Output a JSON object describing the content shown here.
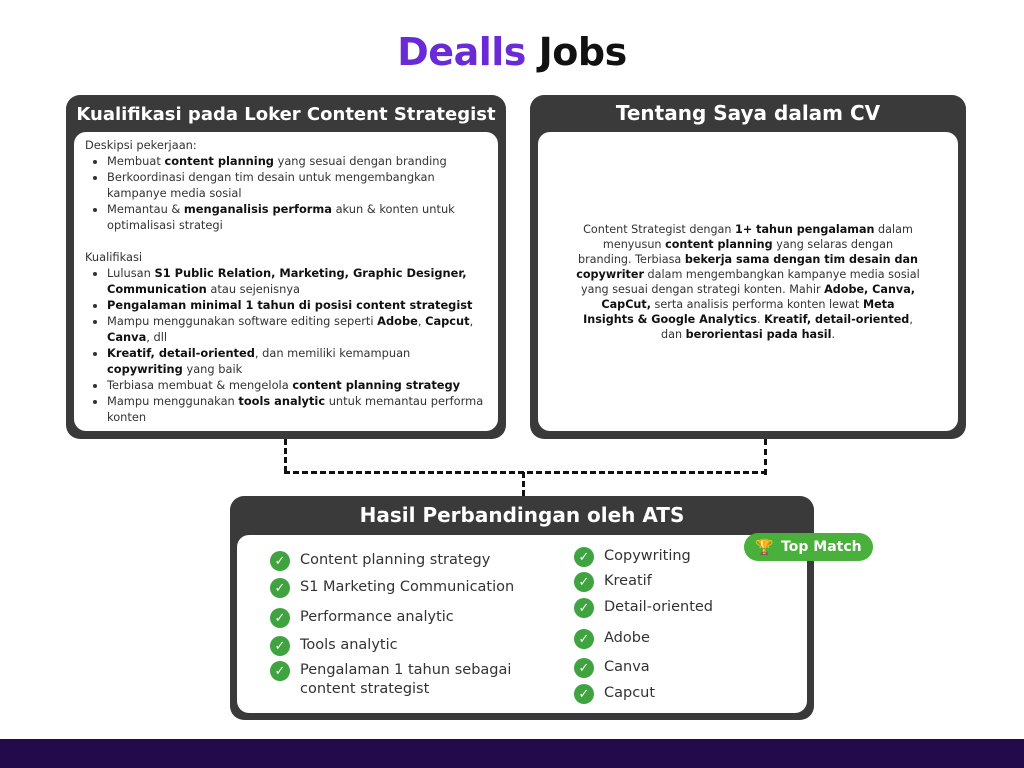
{
  "header": {
    "brand": "Dealls",
    "title_rest": "Jobs"
  },
  "left_card": {
    "title": "Kualifikasi pada Loker Content Strategist",
    "desc_heading": "Deskipsi pekerjaan:",
    "desc_items": [
      [
        {
          "t": "Membuat "
        },
        {
          "t": "content planning",
          "b": true
        },
        {
          "t": " yang sesuai dengan branding"
        }
      ],
      [
        {
          "t": "Berkoordinasi dengan tim desain untuk mengembangkan kampanye media sosial"
        }
      ],
      [
        {
          "t": "Memantau & "
        },
        {
          "t": "menganalisis performa",
          "b": true
        },
        {
          "t": " akun & konten untuk optimalisasi strategi"
        }
      ]
    ],
    "qual_heading": "Kualifikasi",
    "qual_items": [
      [
        {
          "t": "Lulusan "
        },
        {
          "t": "S1 Public Relation, Marketing, Graphic Designer, Communication",
          "b": true
        },
        {
          "t": " atau sejenisnya"
        }
      ],
      [
        {
          "t": "Pengalaman minimal 1 tahun di posisi content strategist",
          "b": true
        }
      ],
      [
        {
          "t": "Mampu menggunakan software editing seperti "
        },
        {
          "t": "Adobe",
          "b": true
        },
        {
          "t": ", "
        },
        {
          "t": "Capcut",
          "b": true
        },
        {
          "t": ", "
        },
        {
          "t": "Canva",
          "b": true
        },
        {
          "t": ", dll"
        }
      ],
      [
        {
          "t": "Kreatif, detail-oriented",
          "b": true
        },
        {
          "t": ", dan memiliki kemampuan "
        },
        {
          "t": "copywriting",
          "b": true
        },
        {
          "t": " yang baik"
        }
      ],
      [
        {
          "t": "Terbiasa membuat & mengelola "
        },
        {
          "t": "content planning strategy",
          "b": true
        }
      ],
      [
        {
          "t": "Mampu menggunakan "
        },
        {
          "t": "tools analytic",
          "b": true
        },
        {
          "t": " untuk memantau performa konten"
        }
      ]
    ]
  },
  "right_card": {
    "title": "Tentang Saya dalam CV",
    "paragraph": [
      {
        "t": "Content Strategist dengan "
      },
      {
        "t": "1+ tahun pengalaman",
        "b": true
      },
      {
        "t": " dalam menyusun "
      },
      {
        "t": "content planning",
        "b": true
      },
      {
        "t": " yang selaras dengan branding. Terbiasa "
      },
      {
        "t": "bekerja sama dengan tim desain dan copywriter",
        "b": true
      },
      {
        "t": " dalam mengembangkan kampanye media sosial yang sesuai dengan strategi konten. Mahir "
      },
      {
        "t": "Adobe, Canva, CapCut,",
        "b": true
      },
      {
        "t": " serta analisis performa konten lewat "
      },
      {
        "t": "Meta Insights & Google Analytics",
        "b": true
      },
      {
        "t": ". "
      },
      {
        "t": "Kreatif, detail-oriented",
        "b": true
      },
      {
        "t": ", dan "
      },
      {
        "t": "berorientasi pada hasil",
        "b": true
      },
      {
        "t": "."
      }
    ]
  },
  "bottom_card": {
    "title": "Hasil Perbandingan oleh ATS",
    "badge": "Top Match",
    "left_items": [
      "Content planning strategy",
      "S1 Marketing Communication",
      "Performance analytic",
      "Tools analytic",
      "Pengalaman 1 tahun sebagai content strategist"
    ],
    "right_items": [
      "Copywriting",
      "Kreatif",
      "Detail-oriented",
      "Adobe",
      "Canva",
      "Capcut"
    ]
  },
  "icons": {
    "check": "check-circle-icon",
    "trophy": "trophy-icon"
  },
  "colors": {
    "brand": "#6a2bd6",
    "card": "#3a3a3a",
    "check": "#3fa33f",
    "badge": "#49b03b",
    "footer": "#230a4a"
  }
}
